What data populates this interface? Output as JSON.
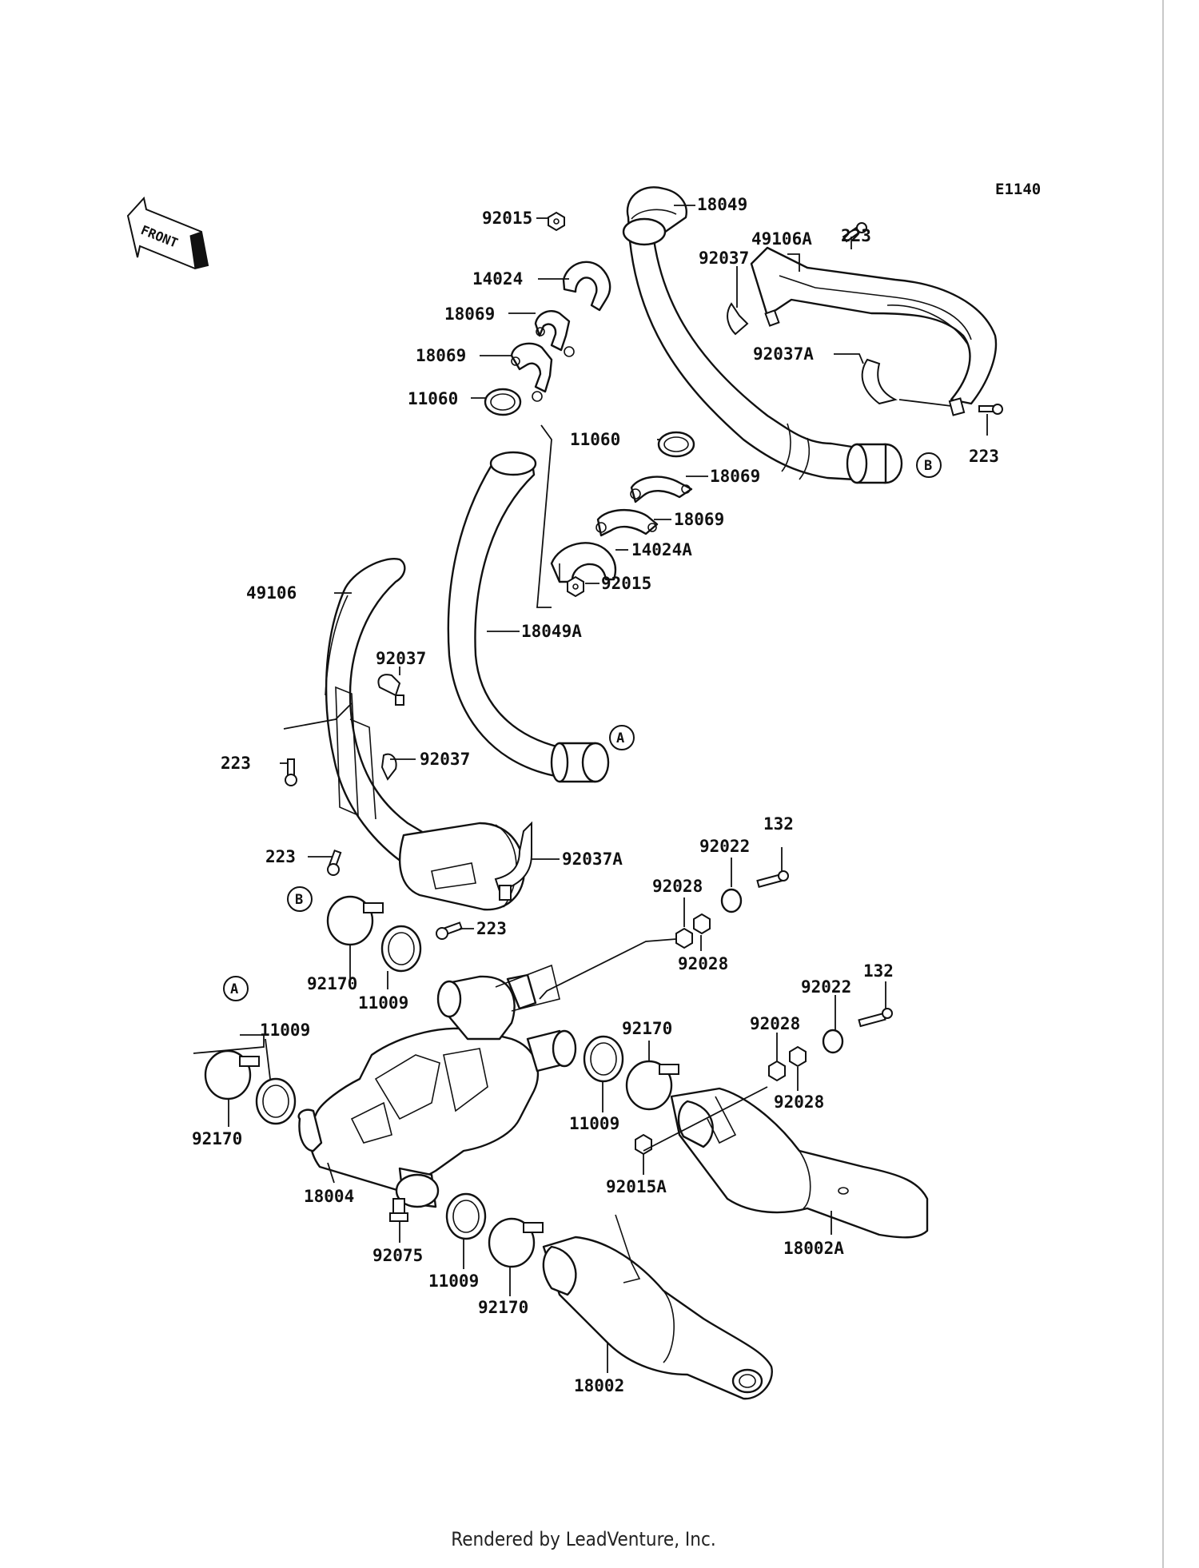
{
  "diagram_code": "E1140",
  "front_label": "FRONT",
  "footer": "Rendered by LeadVenture, Inc.",
  "parts": [
    {
      "id": "18049",
      "label": "18049"
    },
    {
      "id": "92015-top",
      "label": "92015"
    },
    {
      "id": "14024",
      "label": "14024"
    },
    {
      "id": "18069-a",
      "label": "18069"
    },
    {
      "id": "18069-b",
      "label": "18069"
    },
    {
      "id": "11060-left",
      "label": "11060"
    },
    {
      "id": "49106A",
      "label": "49106A"
    },
    {
      "id": "223-top",
      "label": "223"
    },
    {
      "id": "92037-top",
      "label": "92037"
    },
    {
      "id": "92037A-top",
      "label": "92037A"
    },
    {
      "id": "223-right",
      "label": "223"
    },
    {
      "id": "11060-right",
      "label": "11060"
    },
    {
      "id": "18069-c",
      "label": "18069"
    },
    {
      "id": "18069-d",
      "label": "18069"
    },
    {
      "id": "14024A",
      "label": "14024A"
    },
    {
      "id": "92015-mid",
      "label": "92015"
    },
    {
      "id": "18049A",
      "label": "18049A"
    },
    {
      "id": "49106",
      "label": "49106"
    },
    {
      "id": "92037-mid-a",
      "label": "92037"
    },
    {
      "id": "223-left",
      "label": "223"
    },
    {
      "id": "92037-mid-b",
      "label": "92037"
    },
    {
      "id": "223-lower",
      "label": "223"
    },
    {
      "id": "92037A-mid",
      "label": "92037A"
    },
    {
      "id": "223-bottom",
      "label": "223"
    },
    {
      "id": "132-a",
      "label": "132"
    },
    {
      "id": "92022-a",
      "label": "92022"
    },
    {
      "id": "92028-a",
      "label": "92028"
    },
    {
      "id": "92028-b",
      "label": "92028"
    },
    {
      "id": "92170-a",
      "label": "92170"
    },
    {
      "id": "11009-a",
      "label": "11009"
    },
    {
      "id": "11009-b",
      "label": "11009"
    },
    {
      "id": "92170-b",
      "label": "92170"
    },
    {
      "id": "92170-c",
      "label": "92170"
    },
    {
      "id": "11009-c",
      "label": "11009"
    },
    {
      "id": "132-b",
      "label": "132"
    },
    {
      "id": "92022-b",
      "label": "92022"
    },
    {
      "id": "92028-c",
      "label": "92028"
    },
    {
      "id": "92028-d",
      "label": "92028"
    },
    {
      "id": "18004",
      "label": "18004"
    },
    {
      "id": "92015A",
      "label": "92015A"
    },
    {
      "id": "18002A",
      "label": "18002A"
    },
    {
      "id": "92075",
      "label": "92075"
    },
    {
      "id": "11009-d",
      "label": "11009"
    },
    {
      "id": "92170-d",
      "label": "92170"
    },
    {
      "id": "18002",
      "label": "18002"
    }
  ],
  "refs": {
    "A": "A",
    "B": "B"
  }
}
